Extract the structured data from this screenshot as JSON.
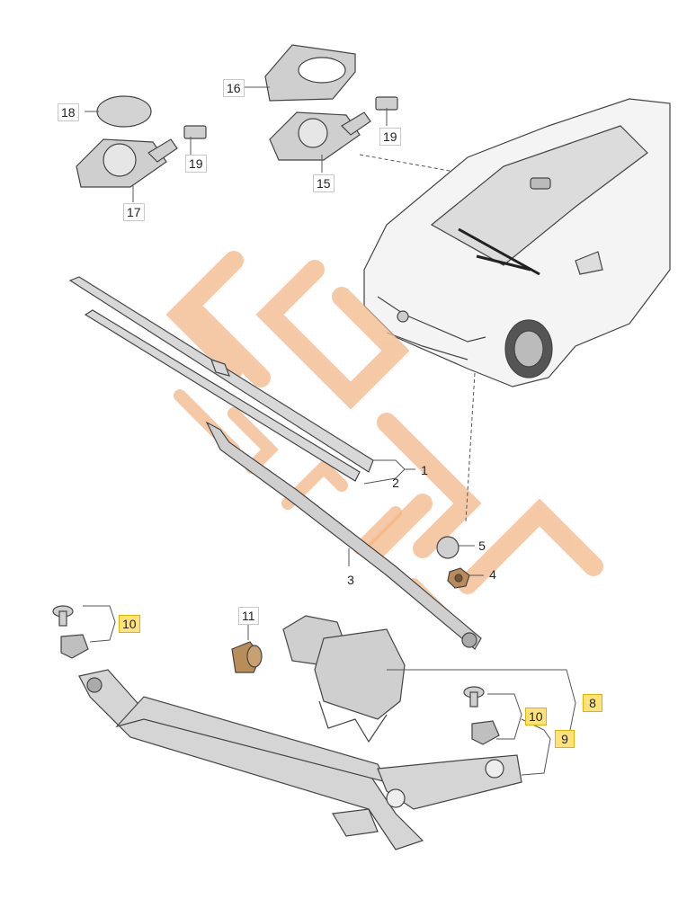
{
  "diagram": {
    "watermark_lines": [
      "EPA",
      "PARTS"
    ]
  },
  "callouts": {
    "c1": "1",
    "c2": "2",
    "c3": "3",
    "c4": "4",
    "c5": "5",
    "c8": "8",
    "c9": "9",
    "c10a": "10",
    "c10b": "10",
    "c11": "11",
    "c15": "15",
    "c16": "16",
    "c17": "17",
    "c18": "18",
    "c19a": "19",
    "c19b": "19"
  },
  "colors": {
    "highlight": "#ffe27a",
    "watermark": "#f2b887",
    "line": "#555555",
    "part_fill": "#cfcfcf",
    "part_stroke": "#444444"
  }
}
